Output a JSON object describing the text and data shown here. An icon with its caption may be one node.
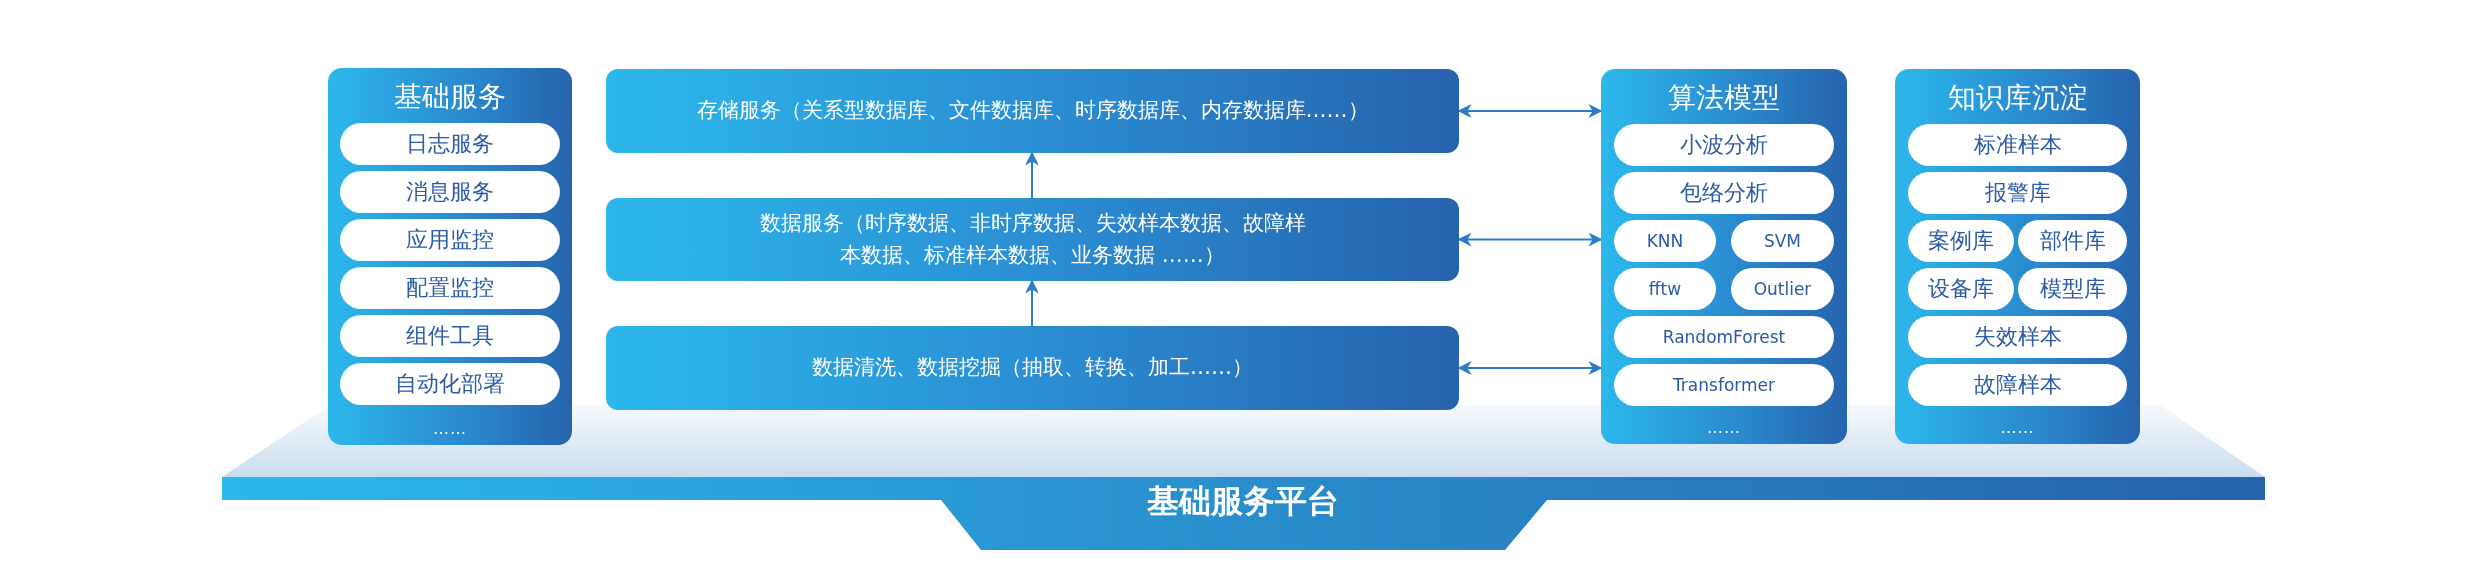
{
  "diagram": {
    "nodes": [
      {
        "text": [
          "基础服务",
          "……"
        ]
      },
      {
        "text": [
          "日志服务"
        ],
        "in": 0
      },
      {
        "text": [
          "消息服务"
        ],
        "in": 0
      },
      {
        "text": [
          "应用监控"
        ],
        "in": 0
      },
      {
        "text": [
          "配置监控"
        ],
        "in": 0
      },
      {
        "text": [
          "组件工具"
        ],
        "in": 0
      },
      {
        "text": [
          "自动化部署"
        ],
        "in": 0
      },
      {
        "text": [
          "存储服务（关系型数据库、文件数据库、时序数据库、内存数据库……）"
        ]
      },
      {
        "text": [
          "数据服务（时序数据、非时序数据、失效样本数据、故障样本数据、标准样本数据、业务数据 ……）"
        ]
      },
      {
        "text": [
          "数据清洗、数据挖掘（抽取、转换、加工……）"
        ]
      },
      {
        "text": [
          "算法模型",
          "……"
        ]
      },
      {
        "text": [
          "小波分析"
        ],
        "in": 10
      },
      {
        "text": [
          "包络分析"
        ],
        "in": 10
      },
      {
        "text": [
          "KNN"
        ],
        "in": 10
      },
      {
        "text": [
          "SVM"
        ],
        "in": 10
      },
      {
        "text": [
          "fftw"
        ],
        "in": 10
      },
      {
        "text": [
          "Outlier"
        ],
        "in": 10
      },
      {
        "text": [
          "RandomForest"
        ],
        "in": 10
      },
      {
        "text": [
          "Transformer"
        ],
        "in": 10
      },
      {
        "text": [
          "知识库沉淀",
          "……"
        ]
      },
      {
        "text": [
          "标准样本"
        ],
        "in": 19
      },
      {
        "text": [
          "报警库"
        ],
        "in": 19
      },
      {
        "text": [
          "案例库"
        ],
        "in": 19
      },
      {
        "text": [
          "部件库"
        ],
        "in": 19
      },
      {
        "text": [
          "设备库"
        ],
        "in": 19
      },
      {
        "text": [
          "模型库"
        ],
        "in": 19
      },
      {
        "text": [
          "失效样本"
        ],
        "in": 19
      },
      {
        "text": [
          "故障样本"
        ],
        "in": 19
      },
      {
        "text": [
          "基础服务平台"
        ]
      }
    ],
    "edges": [
      {
        "from": 9,
        "to": 8,
        "arrow": "to"
      },
      {
        "from": 8,
        "to": 7,
        "arrow": "to"
      },
      {
        "from": 7,
        "to": 10,
        "arrow": "both"
      },
      {
        "from": 8,
        "to": 10,
        "arrow": "both"
      },
      {
        "from": 9,
        "to": 10,
        "arrow": "both"
      }
    ]
  }
}
